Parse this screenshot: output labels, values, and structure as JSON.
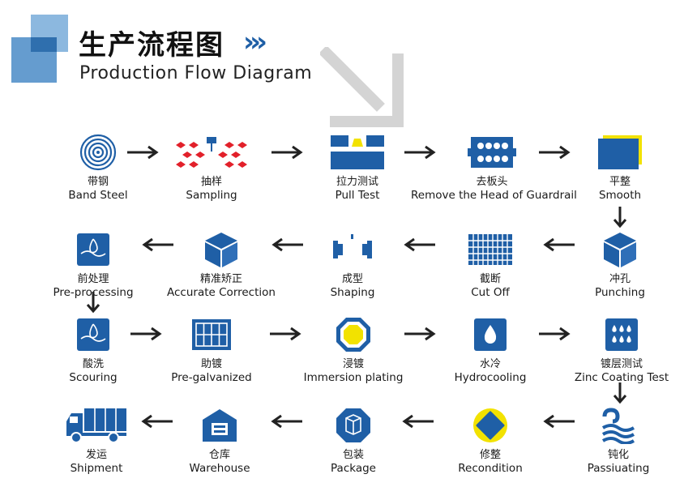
{
  "header": {
    "title_cn": "生产流程图",
    "chevrons": "›››",
    "title_en": "Production Flow Diagram"
  },
  "colors": {
    "primary": "#1f5fa6",
    "red": "#e2202a",
    "yellow": "#f2e200",
    "arrow": "#222222"
  },
  "steps": [
    {
      "cn": "带钢",
      "en": "Band Steel",
      "icon": "coil-icon"
    },
    {
      "cn": "抽样",
      "en": "Sampling",
      "icon": "sampling-icon"
    },
    {
      "cn": "拉力测试",
      "en": "Pull Test",
      "icon": "pull-test-icon"
    },
    {
      "cn": "去板头",
      "en": "Remove the Head of Guardrail",
      "icon": "perforated-plate-icon"
    },
    {
      "cn": "平整",
      "en": "Smooth",
      "icon": "flat-plate-icon"
    },
    {
      "cn": "冲孔",
      "en": "Punching",
      "icon": "cube-icon"
    },
    {
      "cn": "截断",
      "en": "Cut Off",
      "icon": "grid-plate-icon"
    },
    {
      "cn": "成型",
      "en": "Shaping",
      "icon": "profile-icon"
    },
    {
      "cn": "精准矫正",
      "en": "Accurate Correction",
      "icon": "cube-icon"
    },
    {
      "cn": "前处理",
      "en": "Pre-processing",
      "icon": "liquid-tank-icon"
    },
    {
      "cn": "酸洗",
      "en": "Scouring",
      "icon": "liquid-tank-icon"
    },
    {
      "cn": "助镀",
      "en": "Pre-galvanized",
      "icon": "frame-grid-icon"
    },
    {
      "cn": "浸镀",
      "en": "Immersion plating",
      "icon": "octagon-icon"
    },
    {
      "cn": "水冷",
      "en": "Hydrocooling",
      "icon": "water-drop-icon"
    },
    {
      "cn": "镀层测试",
      "en": "Zinc Coating Test",
      "icon": "droplets-icon"
    },
    {
      "cn": "钝化",
      "en": "Passiuating",
      "icon": "wave-icon"
    },
    {
      "cn": "修整",
      "en": "Recondition",
      "icon": "diamond-icon"
    },
    {
      "cn": "包装",
      "en": "Package",
      "icon": "package-icon"
    },
    {
      "cn": "仓库",
      "en": "Warehouse",
      "icon": "warehouse-icon"
    },
    {
      "cn": "发运",
      "en": "Shipment",
      "icon": "truck-icon"
    }
  ]
}
